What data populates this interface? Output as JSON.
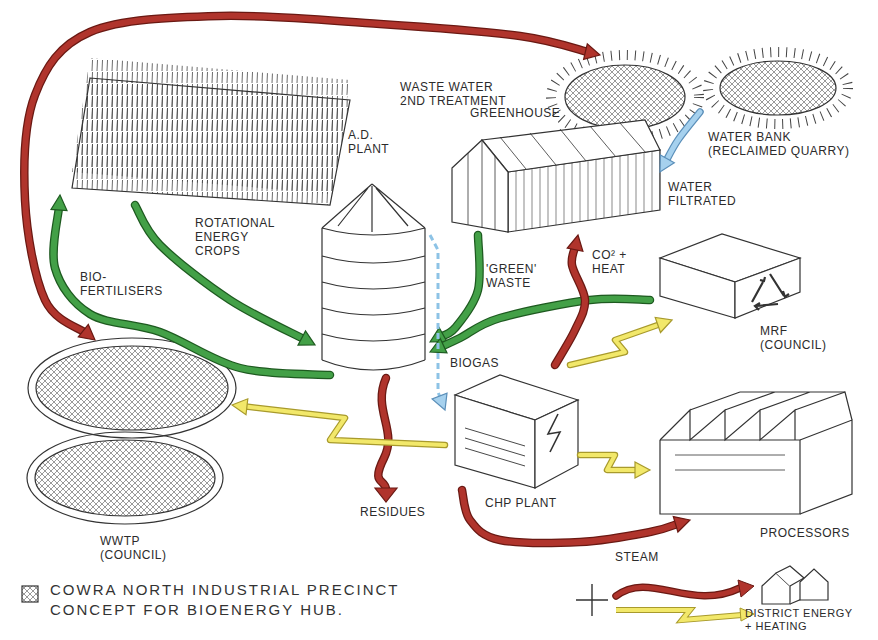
{
  "diagram": {
    "caption": "COWRA NORTH INDUSTRIAL PRECINCT CONCEPT FOR BIOENERGY HUB.",
    "nodes": [
      {
        "text": [
          "ROTATIONAL ENERGY CROPS"
        ]
      },
      {
        "text": [
          "WASTE WATER 2ND TREATMENT"
        ]
      },
      {
        "text": [
          "WATER BANK (RECLAIMED QUARRY)"
        ]
      },
      {
        "text": [
          "GREENHOUSE"
        ]
      },
      {
        "text": [
          "A.D. PLANT"
        ]
      },
      {
        "text": [
          "MRF (COUNCIL)"
        ]
      },
      {
        "text": [
          "CHP PLANT"
        ]
      },
      {
        "text": [
          "PROCESSORS"
        ]
      },
      {
        "text": [
          "WWTP (COUNCIL)"
        ]
      },
      {
        "text": [
          "DISTRICT ENERGY + HEATING"
        ]
      }
    ],
    "edges": [
      {
        "from": 8,
        "to": 1,
        "arrow": "both"
      },
      {
        "from": 0,
        "to": 4,
        "arrow": "to"
      },
      {
        "from": 4,
        "to": 0,
        "label": "BIO-FERTILISERS",
        "arrow": "to"
      },
      {
        "from": 3,
        "to": 4,
        "label": "'GREEN' WASTE",
        "arrow": "to"
      },
      {
        "from": 5,
        "to": 4,
        "arrow": "to"
      },
      {
        "from": 4,
        "to": 6,
        "label": "BIOGAS",
        "arrow": "to"
      },
      {
        "from": 6,
        "to": 3,
        "label": "CO² + HEAT",
        "arrow": "to"
      },
      {
        "from": 2,
        "to": 3,
        "label": "WATER FILTRATED",
        "arrow": "to"
      },
      {
        "from": 6,
        "to": 8,
        "arrow": "to"
      },
      {
        "from": 6,
        "to": 5,
        "arrow": "to"
      },
      {
        "from": 6,
        "to": 7,
        "arrow": "to"
      },
      {
        "from": 6,
        "to": 7,
        "label": "STEAM",
        "arrow": "to"
      }
    ],
    "labels": [
      "RESIDUES"
    ]
  }
}
